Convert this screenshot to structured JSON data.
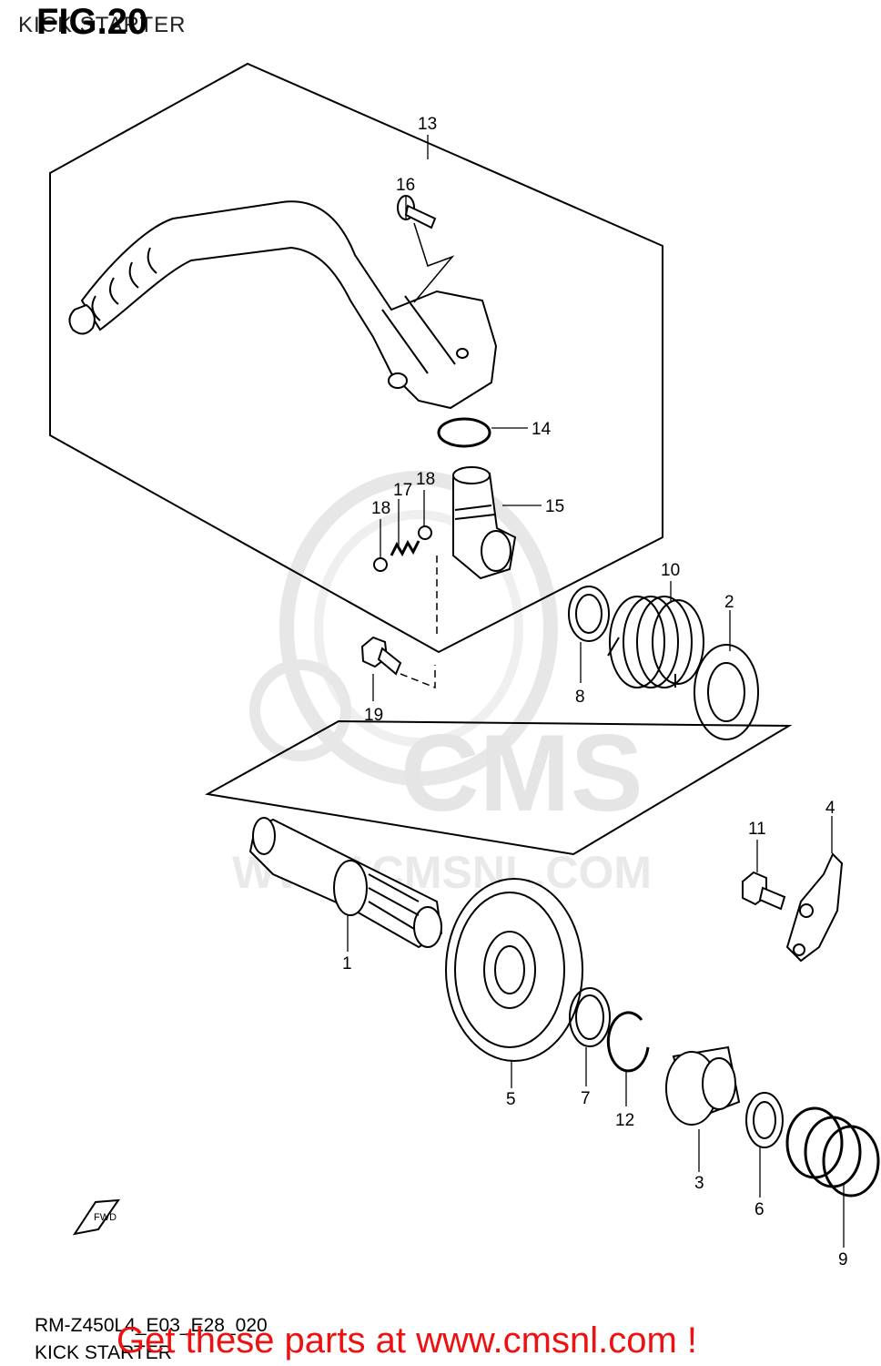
{
  "header": {
    "figure_title": "FIG.20",
    "subtitle": "KICK STARTER"
  },
  "watermark": {
    "brand": "CMS",
    "url": "WWW.CMSNL.COM"
  },
  "callouts": [
    "1",
    "2",
    "3",
    "4",
    "5",
    "6",
    "7",
    "8",
    "9",
    "10",
    "11",
    "12",
    "13",
    "14",
    "15",
    "16",
    "17",
    "18",
    "18",
    "19"
  ],
  "fwd_label": "FWD",
  "footer": {
    "code": "RM-Z450L4_E03_E28_020",
    "label": "KICK STARTER",
    "promo": "Get these parts at www.cmsnl.com !"
  },
  "colors": {
    "promo": "#ee1111",
    "lines": "#000000",
    "watermark": "#cccccc"
  }
}
